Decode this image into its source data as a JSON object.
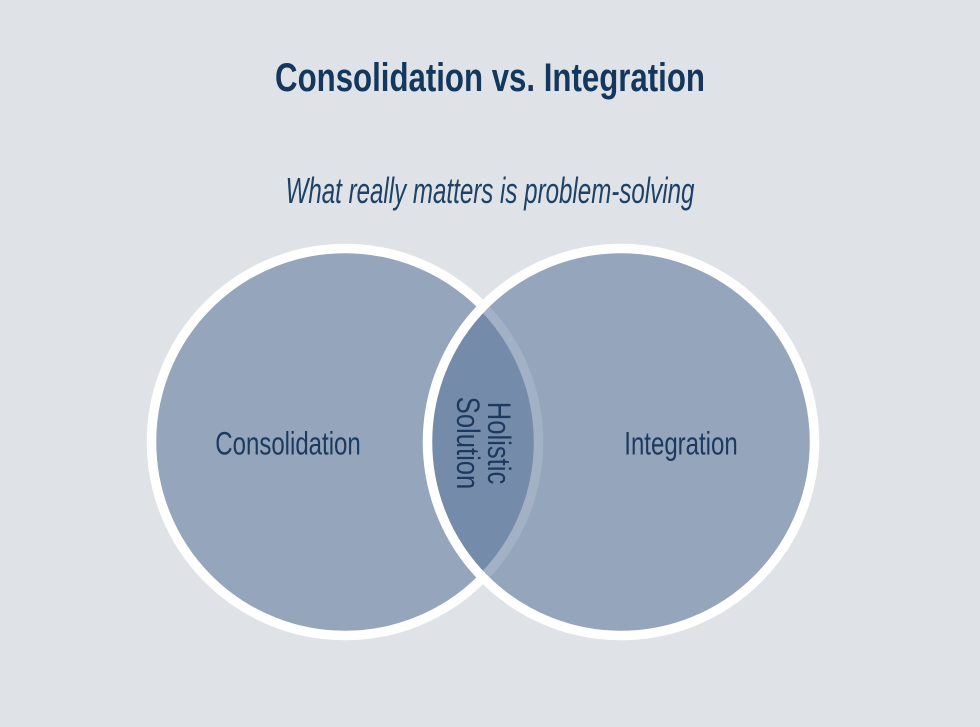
{
  "slide": {
    "title": "Consolidation vs. Integration",
    "subtitle": "What really matters is problem-solving"
  },
  "venn": {
    "left": {
      "label": "Consolidation"
    },
    "right": {
      "label": "Integration"
    },
    "overlap": {
      "line1": "Holistic",
      "line2": "Solution"
    }
  },
  "colors": {
    "background": "#dfe3e8",
    "circle_fill_base": "#5e789c",
    "circle_fill_apparent": "#94a5bc",
    "overlap_fill_apparent": "#758baa",
    "circle_ring": "#ffffff",
    "title_text": "#14375e",
    "subtitle_text": "#1e4265",
    "label_text": "#1c3a5f"
  }
}
